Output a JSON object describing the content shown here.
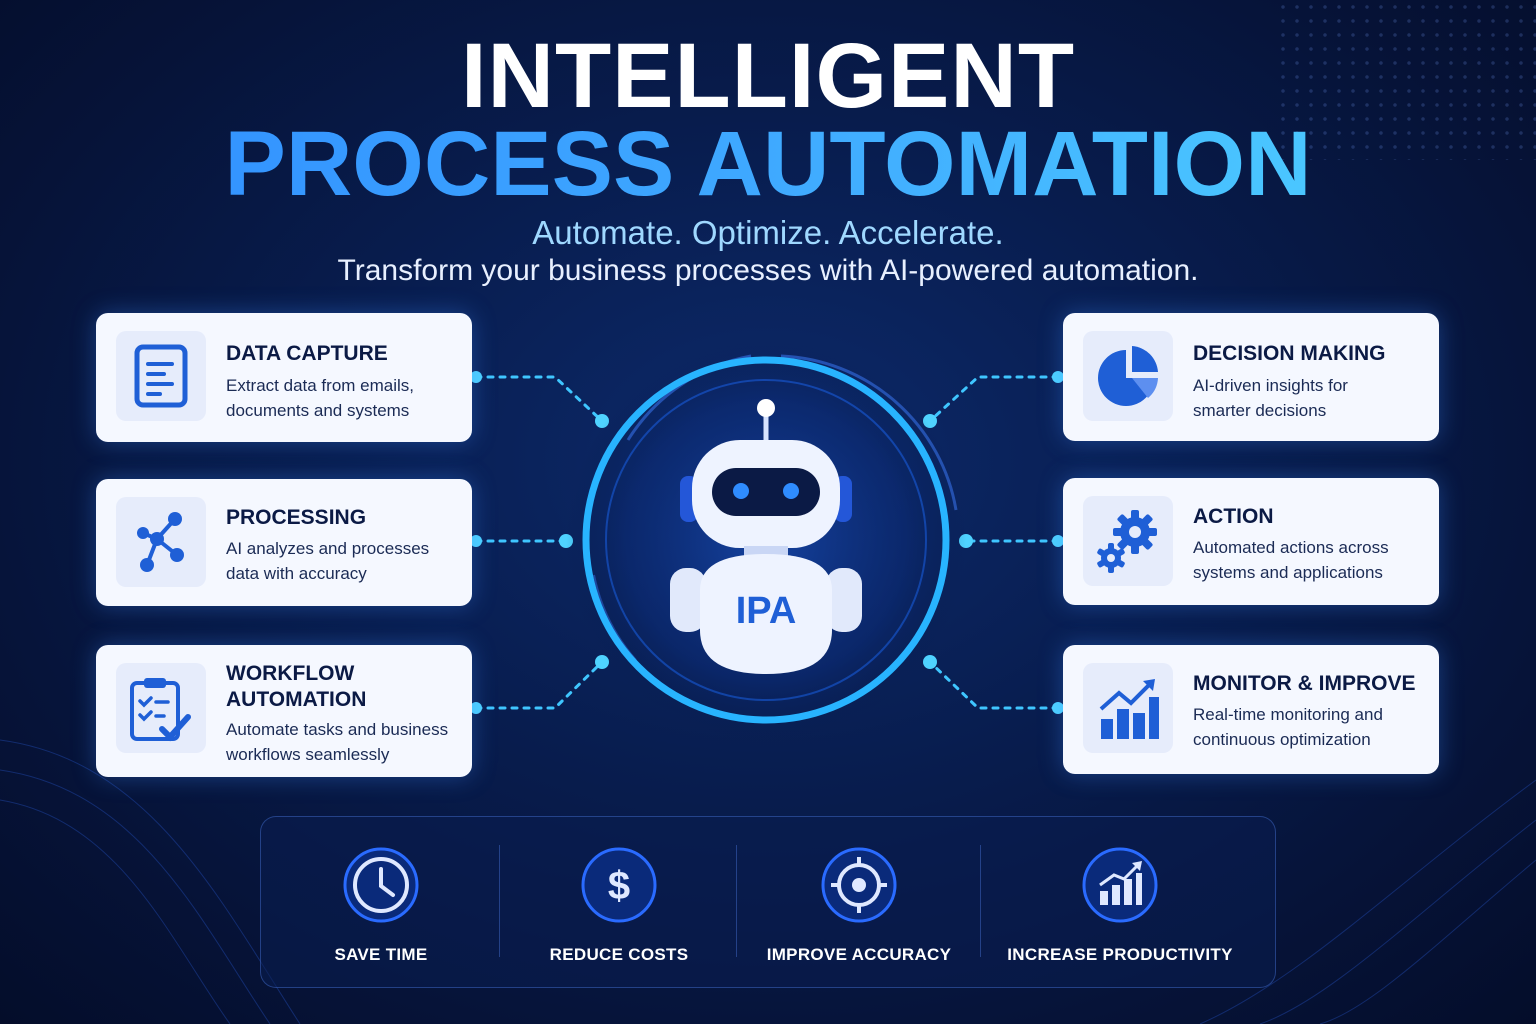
{
  "header": {
    "title_line1": "INTELLIGENT",
    "title_line2": "PROCESS AUTOMATION",
    "tagline": "Automate. Optimize. Accelerate.",
    "subtitle": "Transform your business processes with AI-powered automation."
  },
  "hub": {
    "label": "IPA"
  },
  "left_cards": [
    {
      "title": "DATA CAPTURE",
      "desc_line1": "Extract data from emails,",
      "desc_line2": "documents and systems",
      "icon": "document-icon"
    },
    {
      "title": "PROCESSING",
      "desc_line1": "AI analyzes and processes",
      "desc_line2": "data with accuracy",
      "icon": "network-nodes-icon"
    },
    {
      "title": "WORKFLOW",
      "title_line2": "AUTOMATION",
      "desc_line1": "Automate tasks and business",
      "desc_line2": "workflows seamlessly",
      "icon": "clipboard-checklist-icon"
    }
  ],
  "right_cards": [
    {
      "title": "DECISION MAKING",
      "desc_line1": "AI-driven insights for",
      "desc_line2": "smarter decisions",
      "icon": "pie-chart-icon"
    },
    {
      "title": "ACTION",
      "desc_line1": "Automated actions across",
      "desc_line2": "systems and applications",
      "icon": "gears-icon"
    },
    {
      "title": "MONITOR & IMPROVE",
      "desc_line1": "Real-time monitoring and",
      "desc_line2": "continuous optimization",
      "icon": "growth-chart-icon"
    }
  ],
  "benefits": [
    {
      "label": "SAVE TIME",
      "icon": "clock-icon"
    },
    {
      "label": "REDUCE COSTS",
      "icon": "dollar-icon"
    },
    {
      "label": "IMPROVE ACCURACY",
      "icon": "target-icon"
    },
    {
      "label": "INCREASE PRODUCTIVITY",
      "icon": "bar-growth-icon"
    }
  ],
  "colors": {
    "accent_blue": "#1f5fd6",
    "cyan": "#3fc6ff",
    "background": "#081d4f",
    "card": "#f5f8ff"
  }
}
